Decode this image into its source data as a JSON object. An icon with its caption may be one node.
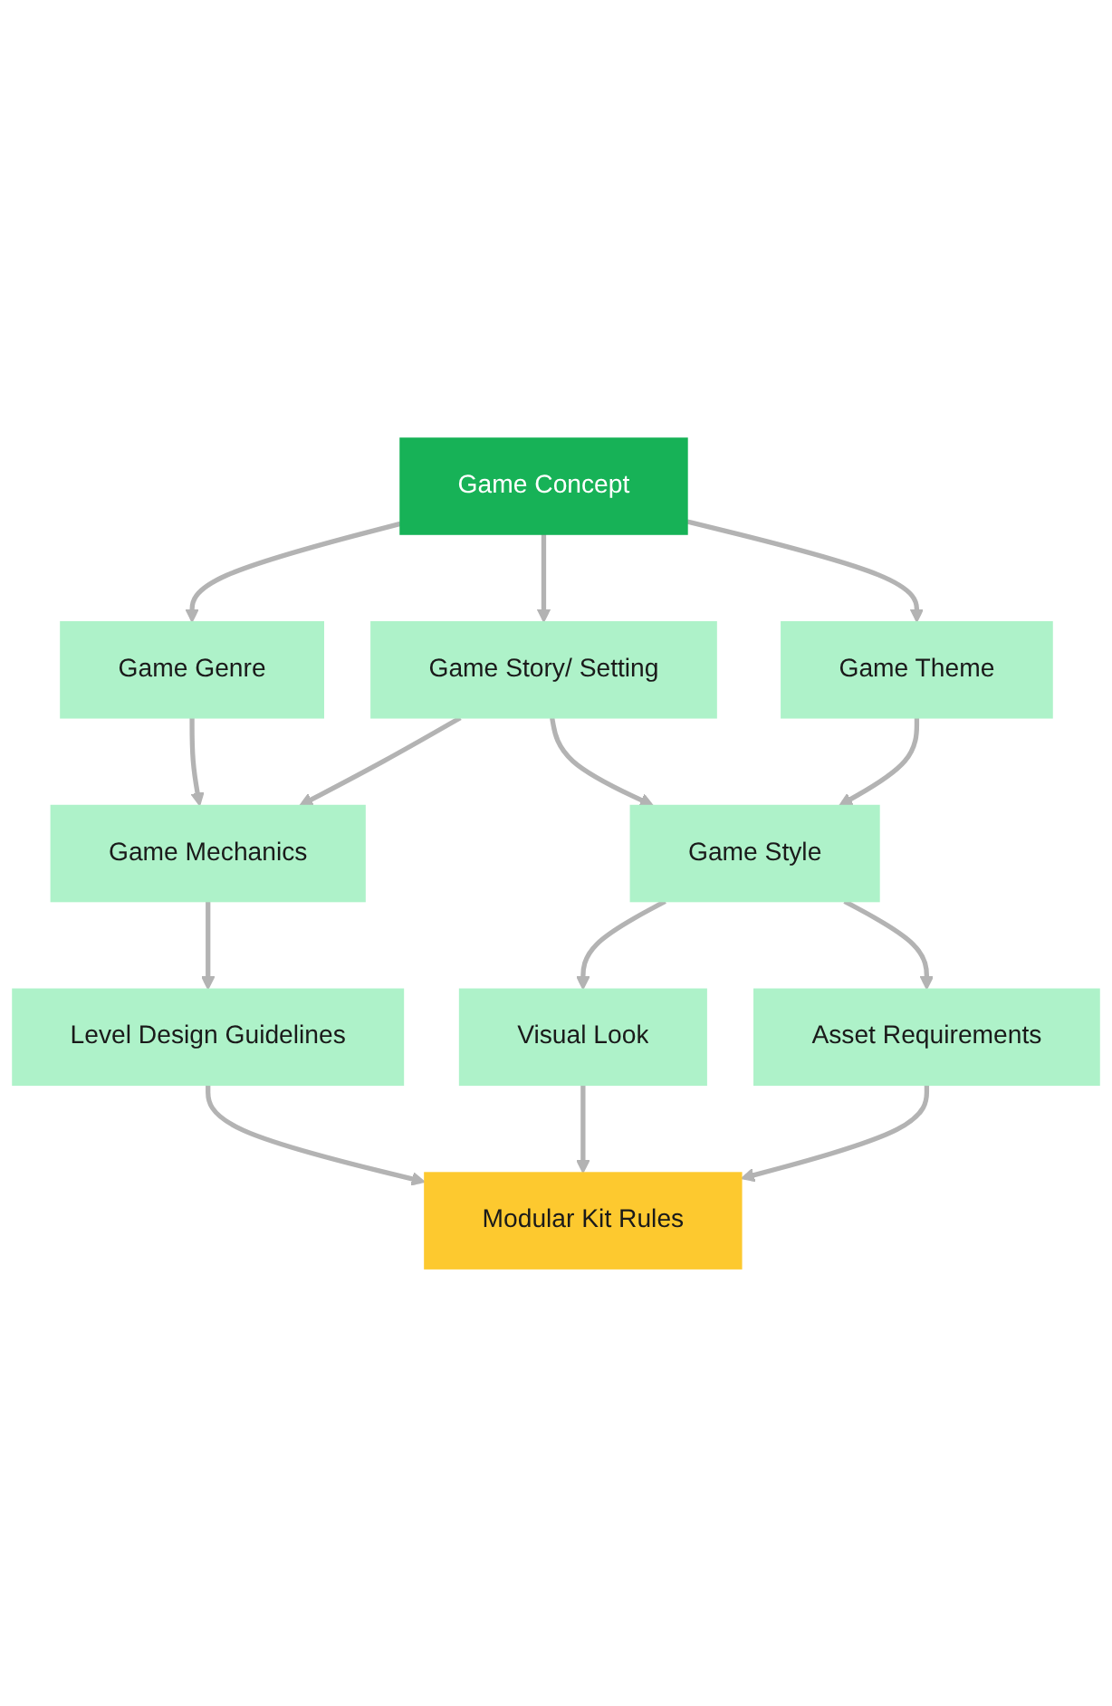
{
  "diagram": {
    "nodes": [
      {
        "text": [
          "Game Concept"
        ]
      },
      {
        "text": [
          "Game Genre"
        ]
      },
      {
        "text": [
          "Game Story/ Setting"
        ]
      },
      {
        "text": [
          "Game Theme"
        ]
      },
      {
        "text": [
          "Game Mechanics"
        ]
      },
      {
        "text": [
          "Game Style"
        ]
      },
      {
        "text": [
          "Level Design Guidelines"
        ]
      },
      {
        "text": [
          "Visual Look"
        ]
      },
      {
        "text": [
          "Asset Requirements"
        ]
      },
      {
        "text": [
          "Modular Kit Rules"
        ]
      }
    ],
    "edges": [
      {
        "from": 0,
        "to": 1,
        "arrow": "to"
      },
      {
        "from": 0,
        "to": 2,
        "arrow": "to"
      },
      {
        "from": 0,
        "to": 3,
        "arrow": "to"
      },
      {
        "from": 1,
        "to": 4,
        "arrow": "to"
      },
      {
        "from": 2,
        "to": 4,
        "arrow": "to"
      },
      {
        "from": 2,
        "to": 5,
        "arrow": "to"
      },
      {
        "from": 3,
        "to": 5,
        "arrow": "to"
      },
      {
        "from": 4,
        "to": 6,
        "arrow": "to"
      },
      {
        "from": 5,
        "to": 7,
        "arrow": "to"
      },
      {
        "from": 5,
        "to": 8,
        "arrow": "to"
      },
      {
        "from": 6,
        "to": 9,
        "arrow": "to"
      },
      {
        "from": 7,
        "to": 9,
        "arrow": "to"
      },
      {
        "from": 8,
        "to": 9,
        "arrow": "to"
      }
    ]
  }
}
